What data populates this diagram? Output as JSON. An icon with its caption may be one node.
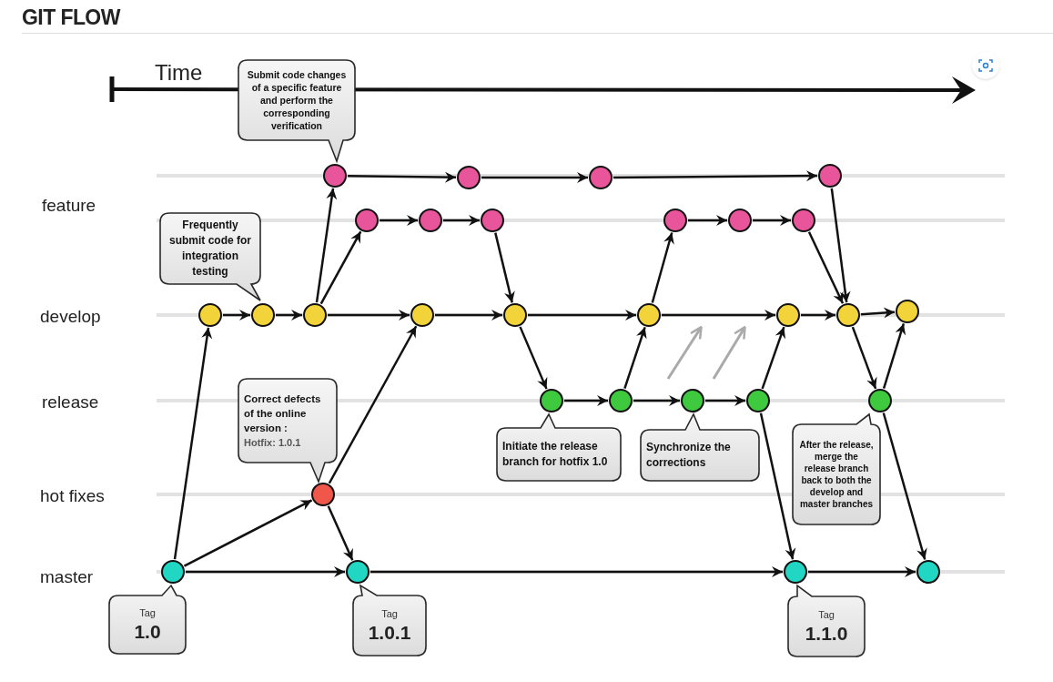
{
  "diagram": {
    "title": "GIT FLOW",
    "nodes": [
      {
        "text": [
          "Submit code changes of a specific feature and perform the corresponding verification"
        ]
      },
      {
        "text": [],
        "shape": "circle"
      },
      {
        "text": [],
        "shape": "circle"
      },
      {
        "text": [],
        "shape": "circle"
      },
      {
        "text": [],
        "shape": "circle"
      },
      {
        "text": [
          "Frequently submit code for integration testing"
        ]
      },
      {
        "text": [],
        "shape": "circle"
      },
      {
        "text": [],
        "shape": "circle"
      },
      {
        "text": [],
        "shape": "circle"
      },
      {
        "text": [],
        "shape": "circle"
      },
      {
        "text": [],
        "shape": "circle"
      },
      {
        "text": [],
        "shape": "circle"
      },
      {
        "text": [],
        "shape": "circle"
      },
      {
        "text": [],
        "shape": "circle"
      },
      {
        "text": [],
        "shape": "circle"
      },
      {
        "text": [],
        "shape": "circle"
      },
      {
        "text": [],
        "shape": "circle"
      },
      {
        "text": [],
        "shape": "circle"
      },
      {
        "text": [],
        "shape": "circle"
      },
      {
        "text": [],
        "shape": "circle"
      },
      {
        "text": [],
        "shape": "circle"
      },
      {
        "text": [
          "Correct defects of the online version :",
          "Hotfix: 1.0.1"
        ]
      },
      {
        "text": [],
        "shape": "circle"
      },
      {
        "text": [],
        "shape": "circle"
      },
      {
        "text": [],
        "shape": "circle"
      },
      {
        "text": [],
        "shape": "circle"
      },
      {
        "text": [],
        "shape": "circle"
      },
      {
        "text": [
          "Initiate the release branch for hotfix 1.0"
        ]
      },
      {
        "text": [
          "Synchronize the corrections"
        ]
      },
      {
        "text": [
          "After the release, merge the release branch back to both the develop and master branches"
        ]
      },
      {
        "text": [],
        "shape": "circle"
      },
      {
        "text": [],
        "shape": "circle"
      },
      {
        "text": [],
        "shape": "circle"
      },
      {
        "text": [],
        "shape": "circle"
      },
      {
        "text": [],
        "shape": "circle"
      },
      {
        "text": [
          "Tag",
          "1.0"
        ]
      },
      {
        "text": [
          "Tag",
          "1.0.1"
        ]
      },
      {
        "text": [
          "Tag",
          "1.1.0"
        ]
      }
    ],
    "edges": [
      {
        "from": 31,
        "to": 12,
        "arrow": "to"
      },
      {
        "from": 31,
        "to": 30,
        "arrow": "to"
      },
      {
        "from": 31,
        "to": 32,
        "arrow": "to"
      },
      {
        "from": 30,
        "to": 15,
        "arrow": "to"
      },
      {
        "from": 30,
        "to": 32,
        "arrow": "to"
      },
      {
        "from": 12,
        "to": 13,
        "arrow": "to"
      },
      {
        "from": 13,
        "to": 14,
        "arrow": "to"
      },
      {
        "from": 14,
        "to": 15,
        "arrow": "to"
      },
      {
        "from": 15,
        "to": 16,
        "arrow": "to"
      },
      {
        "from": 16,
        "to": 17,
        "arrow": "to"
      },
      {
        "from": 17,
        "to": 18,
        "arrow": "to"
      },
      {
        "from": 18,
        "to": 19,
        "arrow": "to"
      },
      {
        "from": 19,
        "to": 20,
        "arrow": "to"
      },
      {
        "from": 14,
        "to": 1,
        "arrow": "to"
      },
      {
        "from": 14,
        "to": 6,
        "arrow": "to"
      },
      {
        "from": 1,
        "to": 2,
        "arrow": "to"
      },
      {
        "from": 2,
        "to": 3,
        "arrow": "to"
      },
      {
        "from": 3,
        "to": 4,
        "arrow": "to"
      },
      {
        "from": 4,
        "to": 19,
        "arrow": "to"
      },
      {
        "from": 6,
        "to": 7,
        "arrow": "to"
      },
      {
        "from": 7,
        "to": 8,
        "arrow": "to"
      },
      {
        "from": 8,
        "to": 16,
        "arrow": "to"
      },
      {
        "from": 17,
        "to": 9,
        "arrow": "to"
      },
      {
        "from": 9,
        "to": 10,
        "arrow": "to"
      },
      {
        "from": 10,
        "to": 11,
        "arrow": "to"
      },
      {
        "from": 11,
        "to": 19,
        "arrow": "to"
      },
      {
        "from": 16,
        "to": 22,
        "arrow": "to"
      },
      {
        "from": 22,
        "to": 23,
        "arrow": "to"
      },
      {
        "from": 23,
        "to": 24,
        "arrow": "to"
      },
      {
        "from": 24,
        "to": 25,
        "arrow": "to"
      },
      {
        "from": 23,
        "to": 17,
        "arrow": "to"
      },
      {
        "from": 25,
        "to": 18,
        "arrow": "to"
      },
      {
        "from": 25,
        "to": 33,
        "arrow": "to"
      },
      {
        "from": 32,
        "to": 33,
        "arrow": "to"
      },
      {
        "from": 33,
        "to": 34,
        "arrow": "to"
      },
      {
        "from": 19,
        "to": 26,
        "arrow": "to"
      },
      {
        "from": 26,
        "to": 20,
        "arrow": "to"
      },
      {
        "from": 26,
        "to": 34,
        "arrow": "to"
      }
    ],
    "labels": [
      "Time",
      "feature",
      "develop",
      "release",
      "hot fixes",
      "master"
    ]
  }
}
